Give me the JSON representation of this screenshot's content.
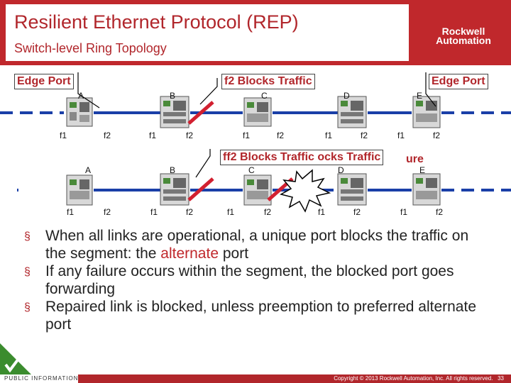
{
  "header": {
    "title": "Resilient Ethernet Protocol (REP)",
    "subtitle": "Switch-level Ring Topology",
    "logo_line1": "Rockwell",
    "logo_line2": "Automation"
  },
  "diagram": {
    "callouts": {
      "edge_port_left": "Edge Port",
      "f2_blocks": "f2 Blocks Traffic",
      "edge_port_right": "Edge Port",
      "f2_blocks_2": "ff2 Blocks Traffic ocks Traffic",
      "failure_suffix": "ure"
    },
    "row1": {
      "switches": [
        "A",
        "B",
        "C",
        "D",
        "E"
      ],
      "ports": [
        "f1",
        "f2",
        "f1",
        "f2",
        "f1",
        "f2",
        "f1",
        "f2",
        "f1",
        "f2"
      ]
    },
    "row2": {
      "switches": [
        "A",
        "B",
        "C",
        "D",
        "E"
      ],
      "ports": [
        "f1",
        "f2",
        "f1",
        "f2",
        "f1",
        "f2",
        "f1",
        "f2",
        "f1",
        "f2"
      ]
    },
    "colors": {
      "link": "#1a3fa8",
      "block": "#d22030",
      "arrow": "#000000"
    }
  },
  "bullets": [
    {
      "pre": "When all links are operational, a unique port blocks the traffic on the segment: the ",
      "highlight": "alternate",
      "post": " port"
    },
    {
      "pre": "If any failure occurs within the segment, the blocked port goes forwarding",
      "highlight": "",
      "post": ""
    },
    {
      "pre": "Repaired link is blocked, unless preemption to preferred alternate port",
      "highlight": "",
      "post": ""
    }
  ],
  "footer": {
    "classification": "PUBLIC INFORMATION",
    "copyright": "Copyright © 2013 Rockwell Automation, Inc. All rights reserved.",
    "page": "33"
  }
}
